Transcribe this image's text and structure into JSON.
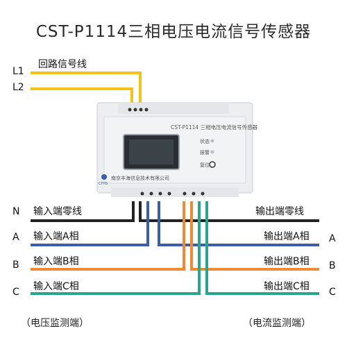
{
  "title": "CST-P1114三相电压电流信号传感器",
  "loop_line": {
    "label": "回路信号线",
    "lines": [
      "L1",
      "L2"
    ]
  },
  "device": {
    "model": "CST-P1114 三相电压电流信号传感器",
    "leds": [
      "状态",
      "报警"
    ],
    "button": "复位",
    "company": "南京丰海信息技术有限公司",
    "logo_text": "CFHS"
  },
  "left_terminals": [
    "N",
    "A",
    "B",
    "C"
  ],
  "right_terminals": [
    "A",
    "B",
    "C"
  ],
  "input_labels": [
    "输入端零线",
    "输入端A相",
    "输入端B相",
    "输入端C相"
  ],
  "output_labels": [
    "输出端零线",
    "输出端A相",
    "输出端B相",
    "输出端C相"
  ],
  "captions": {
    "voltage": "（电压监测端）",
    "current": "（电流监测端）"
  },
  "colors": {
    "yellow": "#f2c418",
    "neutral": "#222222",
    "phase_a": "#3a5fa8",
    "phase_b": "#ee8a34",
    "phase_c": "#2aa48d",
    "device_body": "#eceef0"
  }
}
